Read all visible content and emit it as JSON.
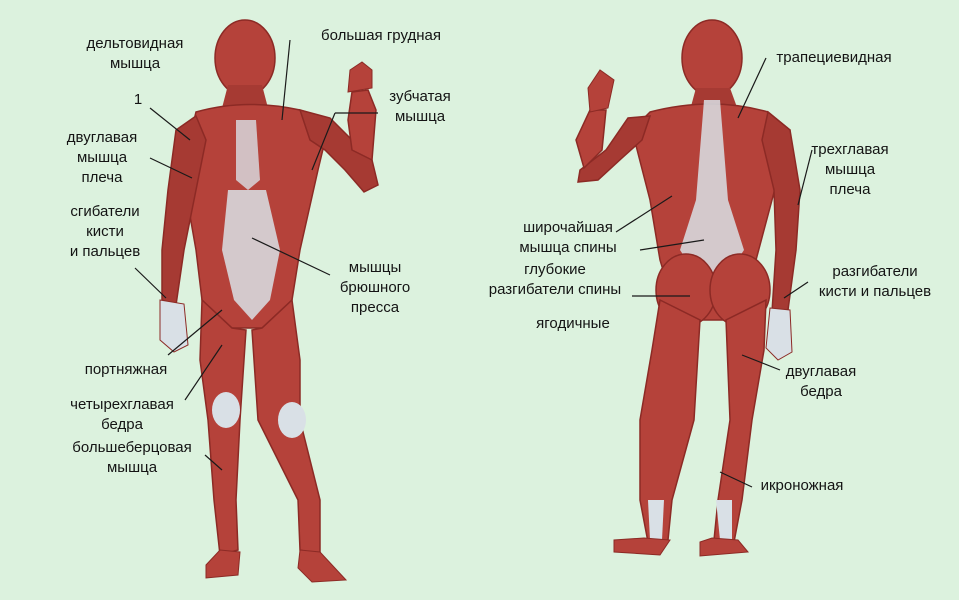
{
  "colors": {
    "background": "#dcf2de",
    "muscle": "#b5423a",
    "muscle_dark": "#8c2a25",
    "tendon": "#d9e0e6",
    "leader": "#1a1a1a"
  },
  "front_labels": {
    "deltoid": "дельтовидная\nмышца",
    "number_1": "1",
    "biceps": "двуглавая\nмышца\nплеча",
    "flexors": "сгибатели\nкисти\nи пальцев",
    "pectoral": "большая грудная",
    "serratus": "зубчатая\nмышца",
    "abdominal": "мышцы\nбрюшного\nпресса",
    "sartorius": "портняжная",
    "quadriceps": "четырехглавая\nбедра",
    "tibialis": "большеберцовая\nмышца"
  },
  "back_labels": {
    "trapezius": "трапециевидная",
    "triceps": "трехглавая\nмышца\nплеча",
    "latissimus": "широчайшая\nмышца спины",
    "deep_extensors": "глубокие\nразгибатели спины",
    "gluteal": "ягодичные",
    "extensors": "разгибатели\nкисти и пальцев",
    "biceps_femoris": "двуглавая\nбедра",
    "gastrocnemius": "икроножная"
  }
}
